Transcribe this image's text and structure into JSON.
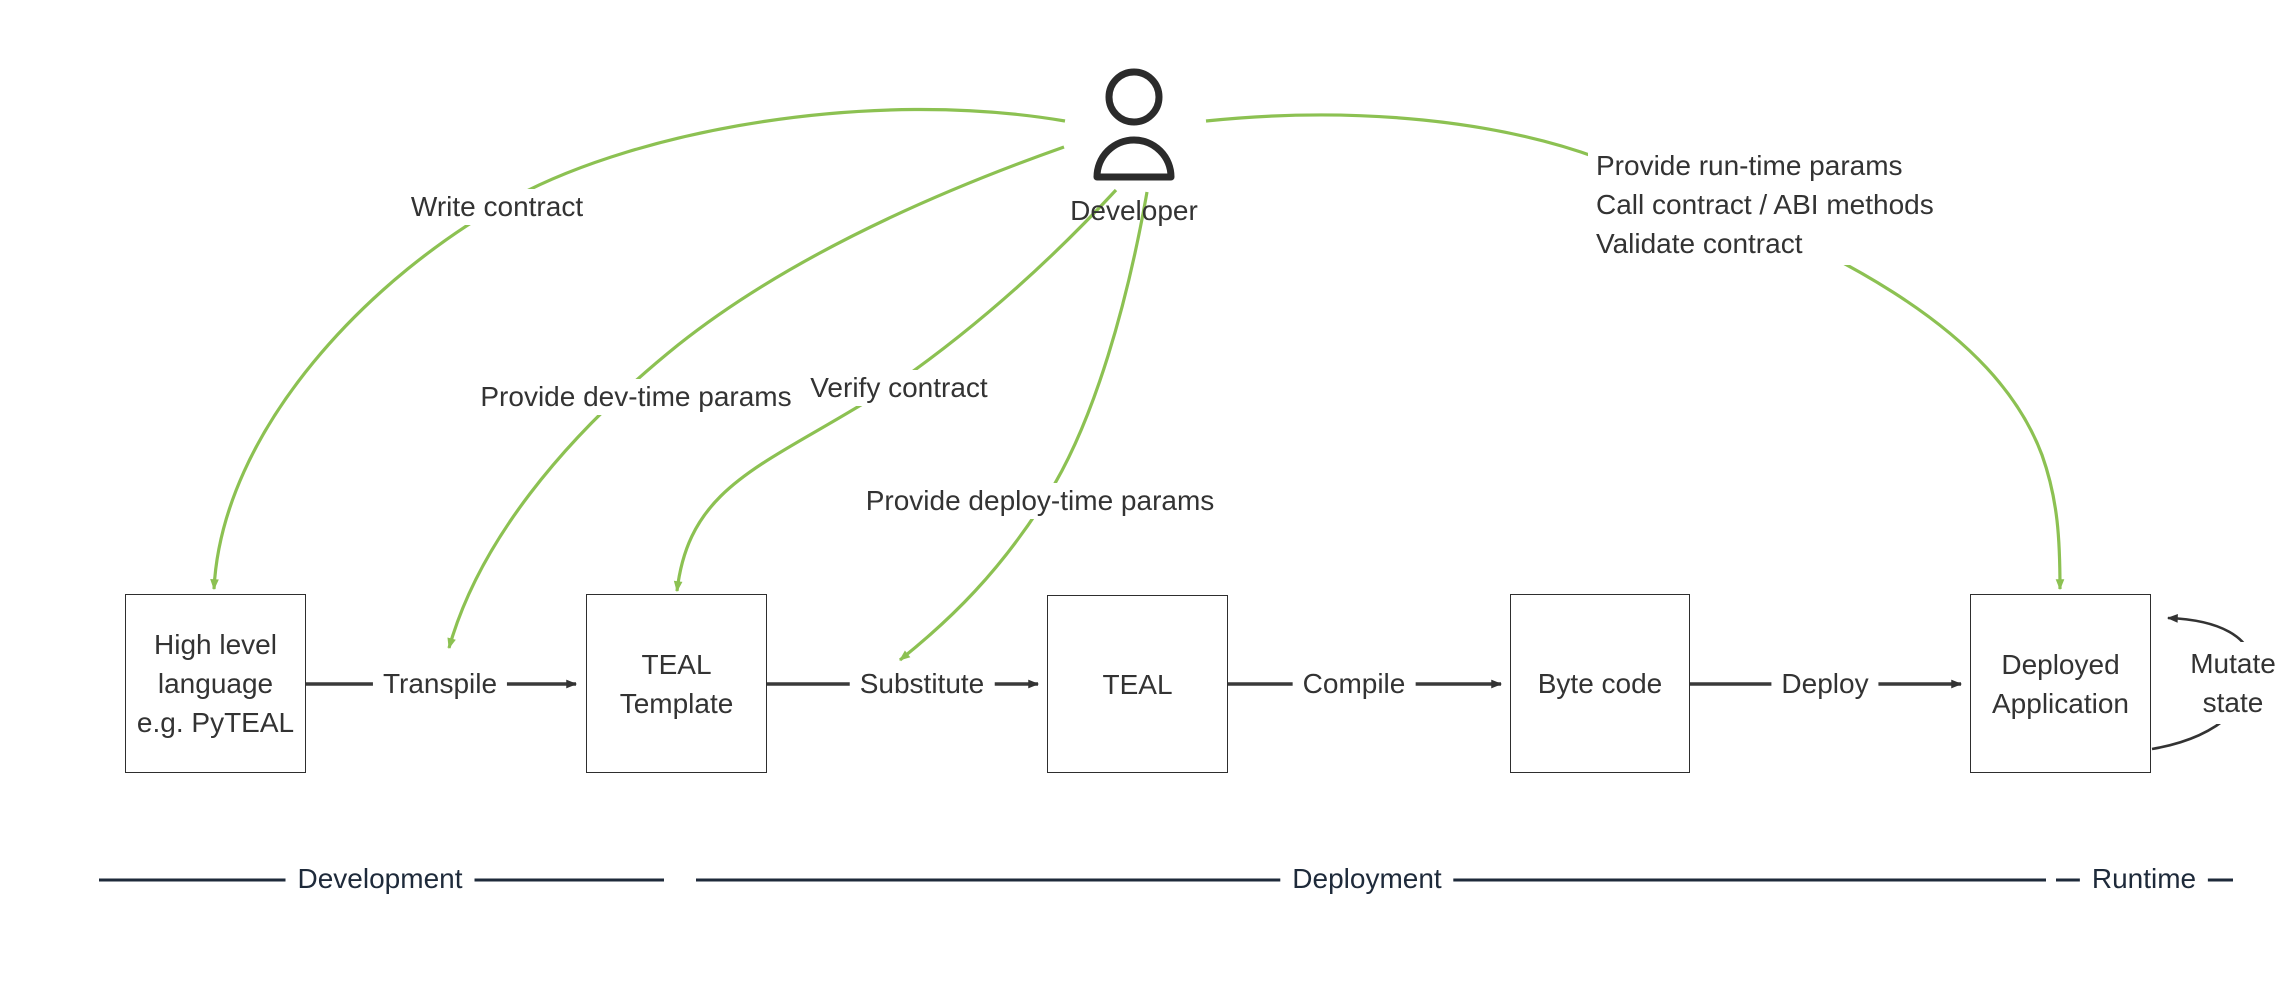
{
  "actor": {
    "label": "Developer"
  },
  "actions": {
    "write": {
      "label": "Write contract"
    },
    "dev_time": {
      "label": "Provide dev-time params"
    },
    "verify": {
      "label": "Verify contract"
    },
    "deploy_time": {
      "label": "Provide deploy-time params"
    },
    "run_time": {
      "lines": [
        "Provide run-time params",
        "Call contract / ABI methods",
        "Validate contract"
      ]
    }
  },
  "nodes": {
    "high_level": {
      "lines": [
        "High level",
        "language",
        "e.g. PyTEAL"
      ]
    },
    "teal_template": {
      "lines": [
        "TEAL",
        "Template"
      ]
    },
    "teal": {
      "label": "TEAL"
    },
    "byte_code": {
      "label": "Byte code"
    },
    "deployed_app": {
      "lines": [
        "Deployed",
        "Application"
      ]
    }
  },
  "edges": {
    "transpile": "Transpile",
    "substitute": "Substitute",
    "compile": "Compile",
    "deploy": "Deploy",
    "mutate_state": {
      "lines": [
        "Mutate",
        "state"
      ]
    }
  },
  "phases": {
    "development": "Development",
    "deployment": "Deployment",
    "runtime": "Runtime"
  },
  "colors": {
    "action_green": "#8CC152",
    "flow_dark": "#333333",
    "phase_navy": "#1e2a3a",
    "node_border": "#2e2e2e",
    "background": "#ffffff"
  }
}
